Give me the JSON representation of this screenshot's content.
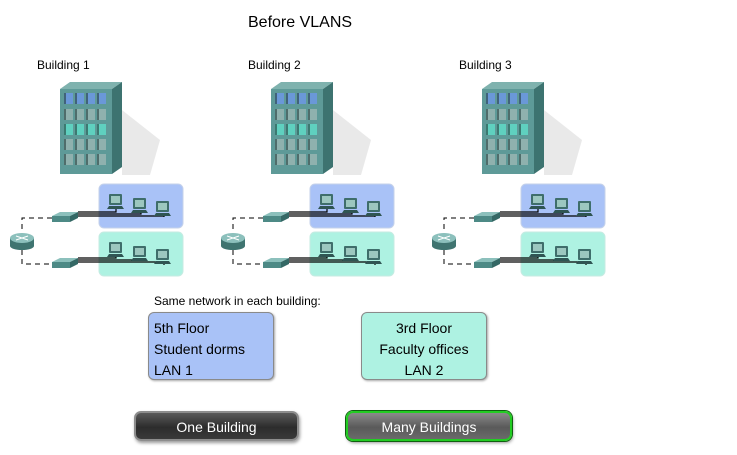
{
  "title": "Before VLANS",
  "buildings": [
    {
      "label": "Building 1"
    },
    {
      "label": "Building 2"
    },
    {
      "label": "Building 3"
    }
  ],
  "note": "Same network in each building:",
  "lan_boxes": [
    {
      "line1": "5th Floor",
      "line2": "Student dorms",
      "line3": "LAN 1",
      "color": "#a9c2f7"
    },
    {
      "line1": "3rd Floor",
      "line2": "Faculty offices",
      "line3": "LAN 2",
      "color": "#aef2e2"
    }
  ],
  "buttons": {
    "one_building": "One Building",
    "many_buildings": "Many Buildings"
  },
  "colors": {
    "lan1": "#a9c2f7",
    "lan2": "#aef2e2",
    "building": "#5e9a98",
    "active_button_border": "#22cc22"
  }
}
